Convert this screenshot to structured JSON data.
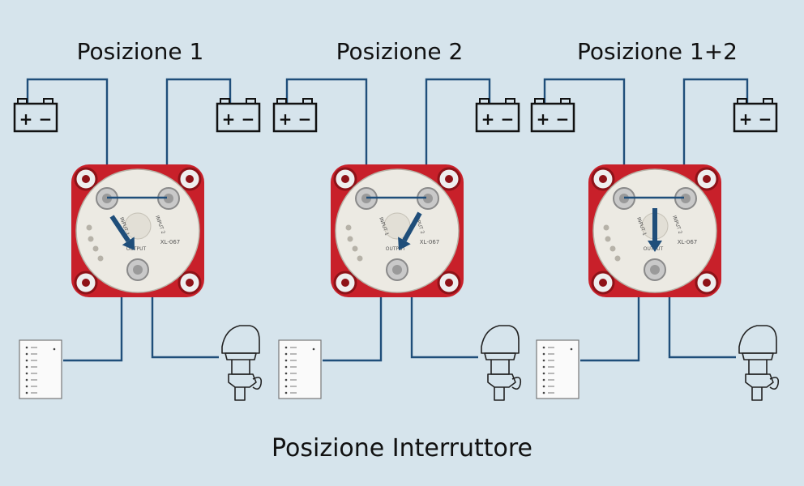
{
  "colors": {
    "background": "#d6e4ec",
    "wire": "#1f4e7a",
    "switch_body": "#c8202a",
    "switch_face": "#eceae3",
    "arrow": "#1f4e7a"
  },
  "panels": [
    {
      "title": "Posizione 1",
      "arrow": "position-1"
    },
    {
      "title": "Posizione 2",
      "arrow": "position-2"
    },
    {
      "title": "Posizione 1+2",
      "arrow": "position-both"
    }
  ],
  "switch_face": {
    "input1_label": "INPUT 1",
    "input2_label": "INPUT 2",
    "output_label": "OUTPUT",
    "model_label": "XL-067"
  },
  "battery_terminals": {
    "plus": "+",
    "minus": "−"
  },
  "footer_title": "Posizione Interruttore",
  "icons": {
    "battery": "battery-icon",
    "switch": "battery-switch",
    "panel": "switch-panel-icon",
    "motor": "outboard-motor-icon"
  }
}
